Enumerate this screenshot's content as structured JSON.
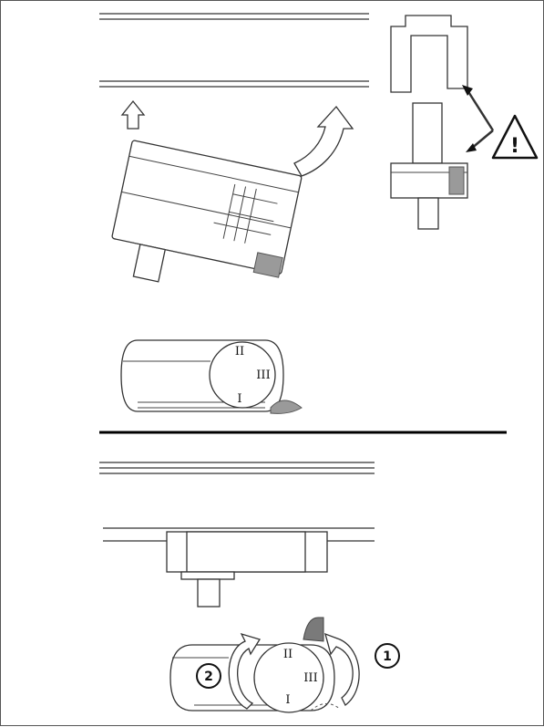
{
  "phase_markers": {
    "pos_1": "I",
    "pos_2": "II",
    "pos_3": "III"
  },
  "steps": {
    "step_1": "1",
    "step_2": "2"
  },
  "warning": {
    "symbol": "!"
  },
  "colors": {
    "line": "#333333",
    "accent_grey": "#9a9a9a",
    "background": "#ffffff"
  }
}
